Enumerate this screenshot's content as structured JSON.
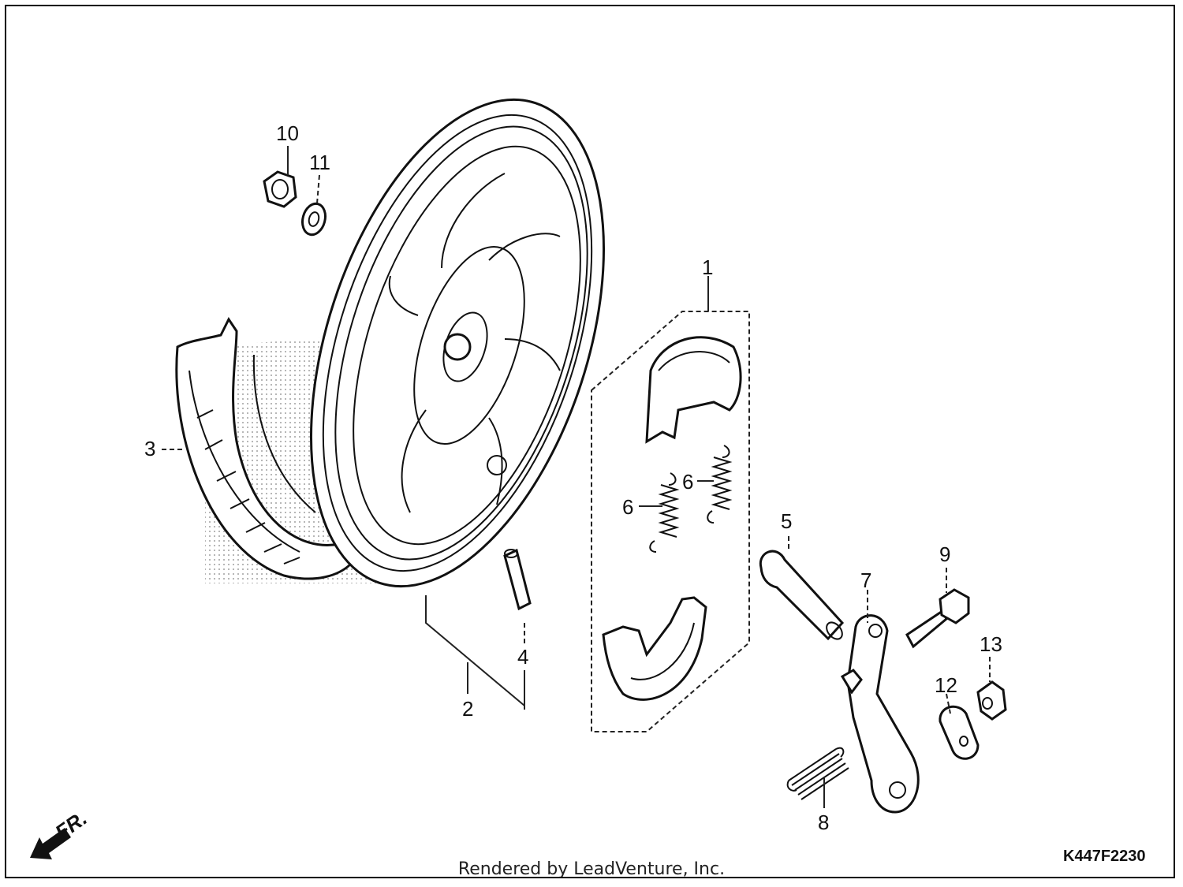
{
  "diagram": {
    "callouts": {
      "c1": "1",
      "c2": "2",
      "c3": "3",
      "c4": "4",
      "c5": "5",
      "c6a": "6",
      "c6b": "6",
      "c7": "7",
      "c8": "8",
      "c9": "9",
      "c10": "10",
      "c11": "11",
      "c12": "12",
      "c13": "13"
    },
    "direction_label": "FR.",
    "drawing_code": "K447F2230",
    "footer": "Rendered by LeadVenture, Inc."
  }
}
